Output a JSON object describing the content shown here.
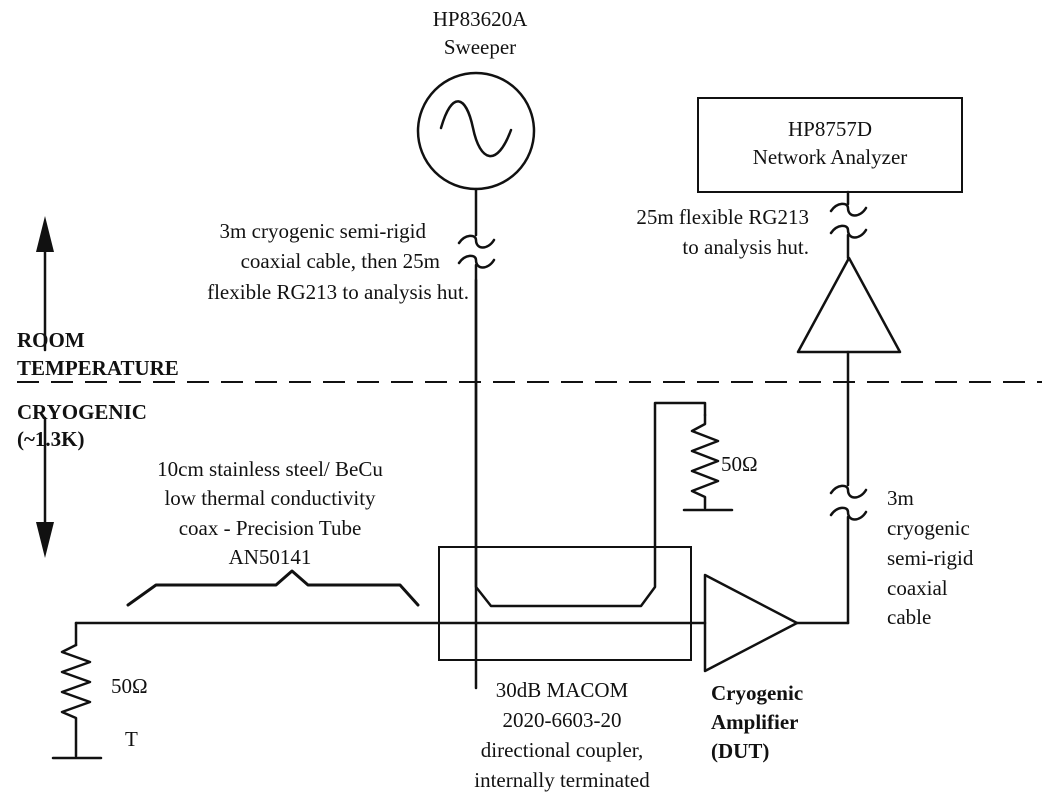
{
  "sweeper": {
    "model": "HP83620A",
    "name": "Sweeper"
  },
  "network_analyzer": {
    "model": "HP8757D",
    "name": "Network Analyzer"
  },
  "left_cable": {
    "lines": [
      "3m cryogenic semi-rigid",
      "coaxial cable, then 25m",
      "flexible RG213 to analysis hut."
    ]
  },
  "right_cable": {
    "lines": [
      "25m flexible RG213",
      "to analysis hut."
    ]
  },
  "zones": {
    "room_lines": [
      "ROOM",
      "TEMPERATURE"
    ],
    "cryo_lines": [
      "CRYOGENIC",
      "(~1.3K)"
    ]
  },
  "stainless_coax": {
    "lines": [
      "10cm stainless steel/ BeCu",
      "low thermal conductivity",
      "coax  - Precision Tube",
      "AN50141"
    ]
  },
  "coupler_termination": {
    "label": "50Ω"
  },
  "input_termination": {
    "label": "50Ω",
    "sub": "T"
  },
  "coupler": {
    "lines": [
      "30dB MACOM",
      "2020-6603-20",
      "directional coupler,",
      "internally terminated"
    ]
  },
  "dut": {
    "lines": [
      "Cryogenic",
      "Amplifier",
      "(DUT)"
    ]
  },
  "output_cable": {
    "lines": [
      "3m",
      "cryogenic",
      "semi-rigid",
      "coaxial",
      "cable"
    ]
  }
}
